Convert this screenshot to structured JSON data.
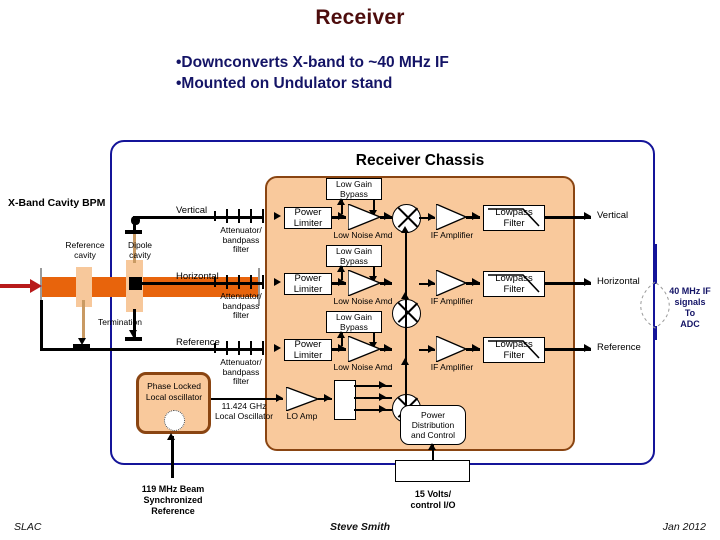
{
  "slide": {
    "title": "Receiver",
    "bullets": [
      "•Downconverts X-band to ~40 MHz IF",
      "•Mounted on Undulator stand"
    ]
  },
  "diagram": {
    "chassis_title": "Receiver Chassis",
    "bpm_title": "X-Band Cavity BPM",
    "bpm": {
      "reference_cavity": "Reference\ncavity",
      "dipole_cavity": "Dipole\ncavity",
      "termination": "Termination"
    },
    "channels": [
      {
        "input_label": "Vertical",
        "attenuator": "Attenuator/\nbandpass\nfilter",
        "power_limiter": "Power\nLimiter",
        "bypass": "Low Gain\nBypass",
        "lna": "Low Noise Amd",
        "if_amp": "IF Amplifier",
        "lowpass": "Lowpass\nFilter",
        "output_label": "Vertical"
      },
      {
        "input_label": "Horizontal",
        "attenuator": "Attenuator/\nbandpass\nfilter",
        "power_limiter": "Power\nLimiter",
        "bypass": "Low Gain\nBypass",
        "lna": "Low Noise Amd",
        "if_amp": "IF Amplifier",
        "lowpass": "Lowpass\nFilter",
        "output_label": "Horizontal"
      },
      {
        "input_label": "Reference",
        "attenuator": "Attenuator/\nbandpass\nfilter",
        "power_limiter": "Power\nLimiter",
        "bypass": "Low Gain\nBypass",
        "lna": "Low Noise Amd",
        "if_amp": "IF Amplifier",
        "lowpass": "Lowpass\nFilter",
        "output_label": "Reference"
      }
    ],
    "local_oscillator": {
      "box_label": "Phase Locked\nLocal oscillator",
      "freq_label": "11.424 GHz\nLocal Oscillator",
      "lo_amp": "LO Amp",
      "reference_input": "119 MHz Beam\nSynchronized\nReference"
    },
    "power": {
      "block_label": "Power\nDistribution\nand Control",
      "connector_label": "15 Volts/\ncontrol I/O"
    },
    "adc_label": "40 MHz IF\nsignals\nTo\nADC"
  },
  "footer": {
    "left": "SLAC",
    "center": "Steve Smith",
    "right": "Jan 2012"
  },
  "colors": {
    "title": "#4d0d0d",
    "bullet_text": "#141466",
    "frame_border": "#141499",
    "chassis_fill": "#f9c99c",
    "chassis_border": "#8a4512",
    "beam_pipe": "#e8640c"
  }
}
